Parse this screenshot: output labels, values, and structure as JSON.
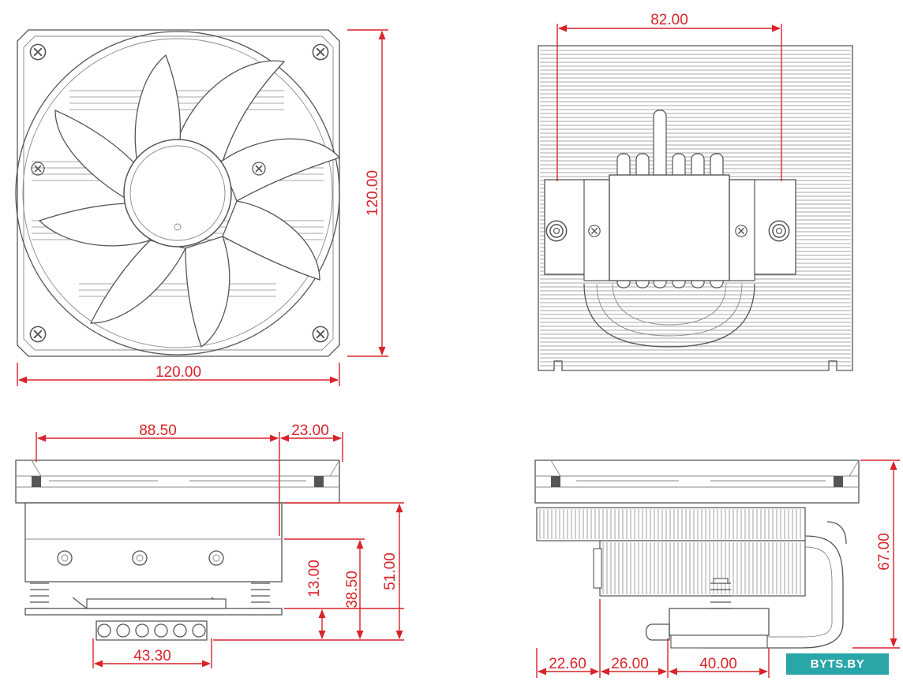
{
  "diagram": {
    "front_view": {
      "width_label": "120.00",
      "height_label": "120.00"
    },
    "top_view": {
      "pipe_span_label": "82.00"
    },
    "side_view": {
      "length_label": "88.50",
      "offset_label": "23.00",
      "base_width_label": "43.30",
      "base_height_label": "13.00",
      "fin_clearance_label": "38.50",
      "heatsink_height_label": "51.00"
    },
    "end_view": {
      "total_height_label": "67.00",
      "offset_a_label": "22.60",
      "offset_b_label": "26.00",
      "offset_c_label": "40.00"
    }
  },
  "colors": {
    "dimension": "#d9232a",
    "outline": "#555555",
    "badge": "#2aa6a8"
  },
  "watermark": {
    "text": "BYTS.BY"
  }
}
